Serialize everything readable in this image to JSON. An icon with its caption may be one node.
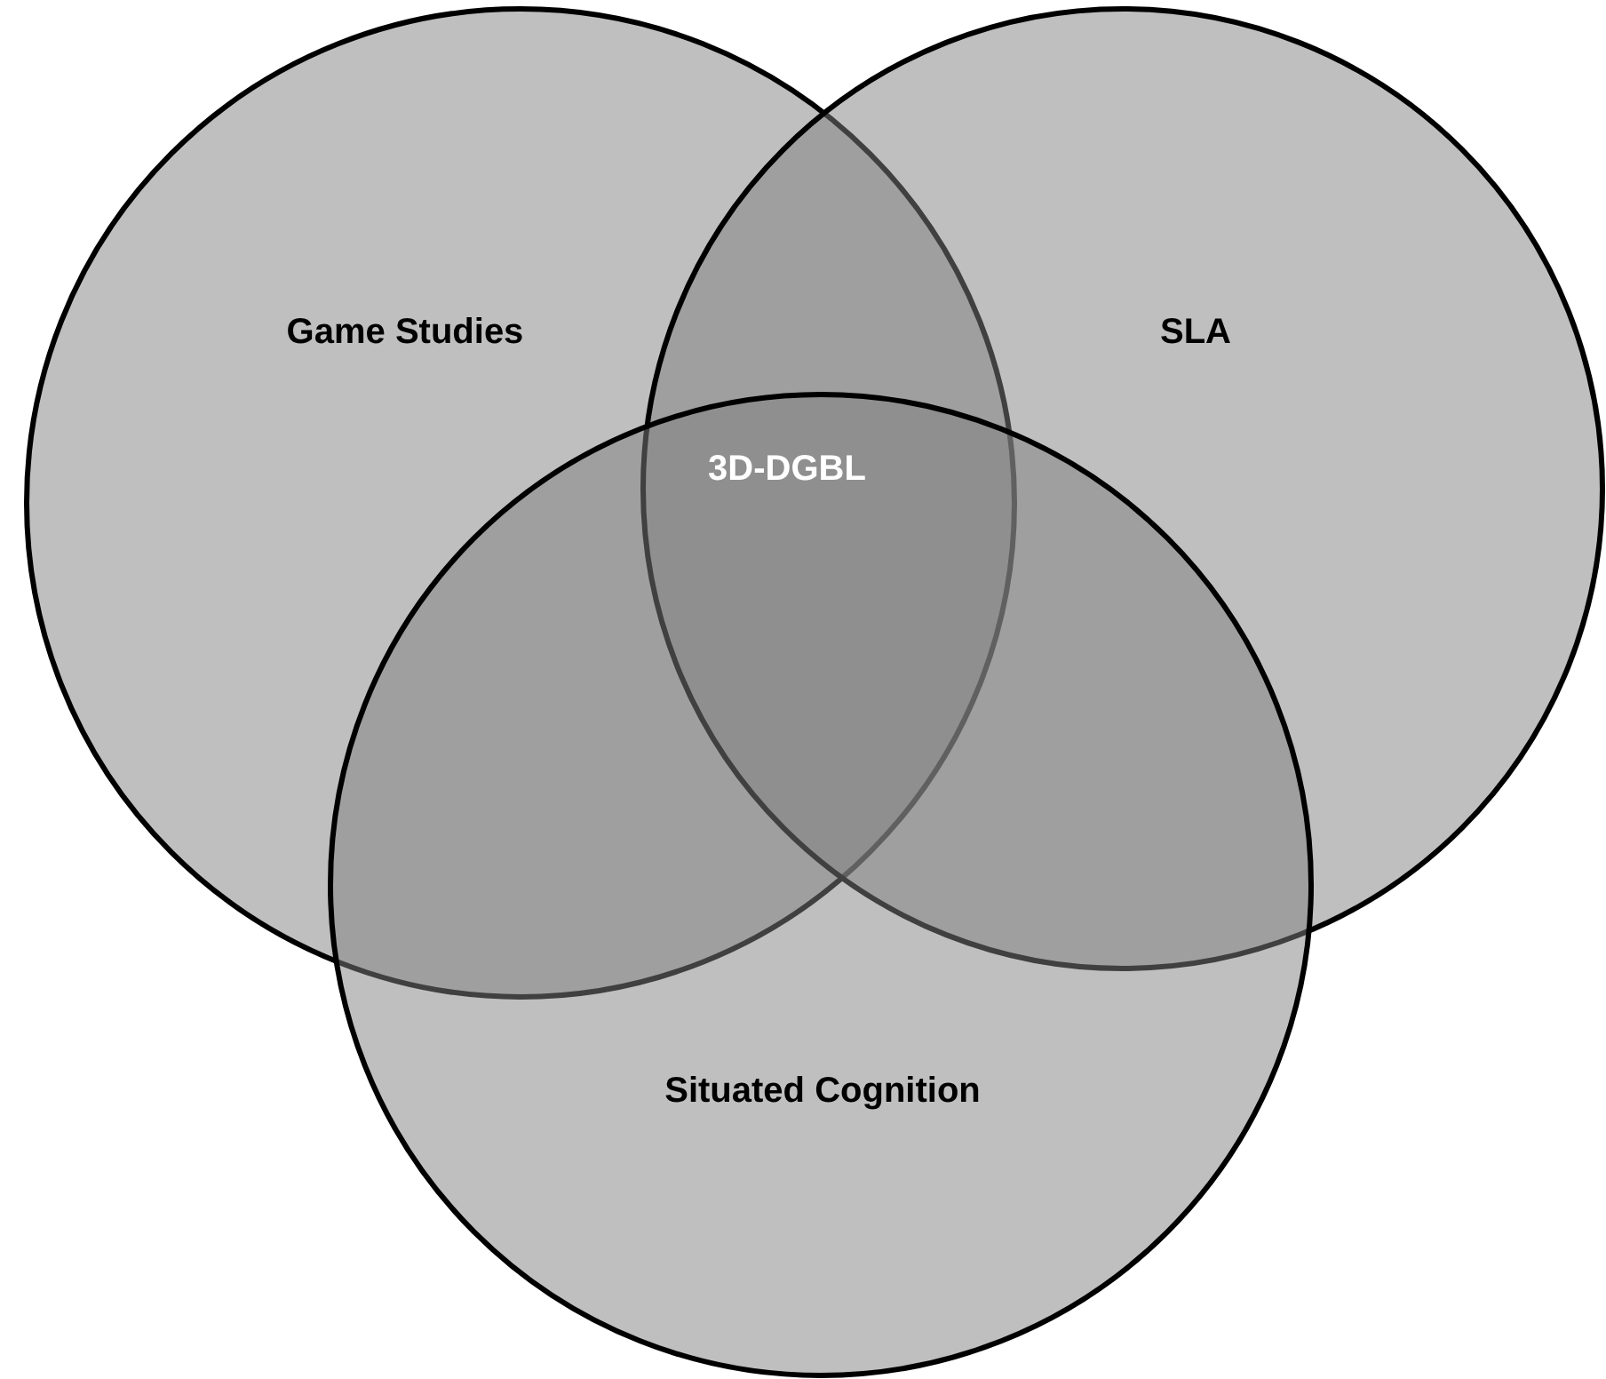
{
  "diagram": {
    "nodes": [
      {
        "text": [
          "Game Studies"
        ]
      },
      {
        "text": [
          "SLA"
        ]
      },
      {
        "text": [
          "Situated Cognition"
        ]
      }
    ],
    "labels": [
      "3D-DGBL"
    ]
  }
}
